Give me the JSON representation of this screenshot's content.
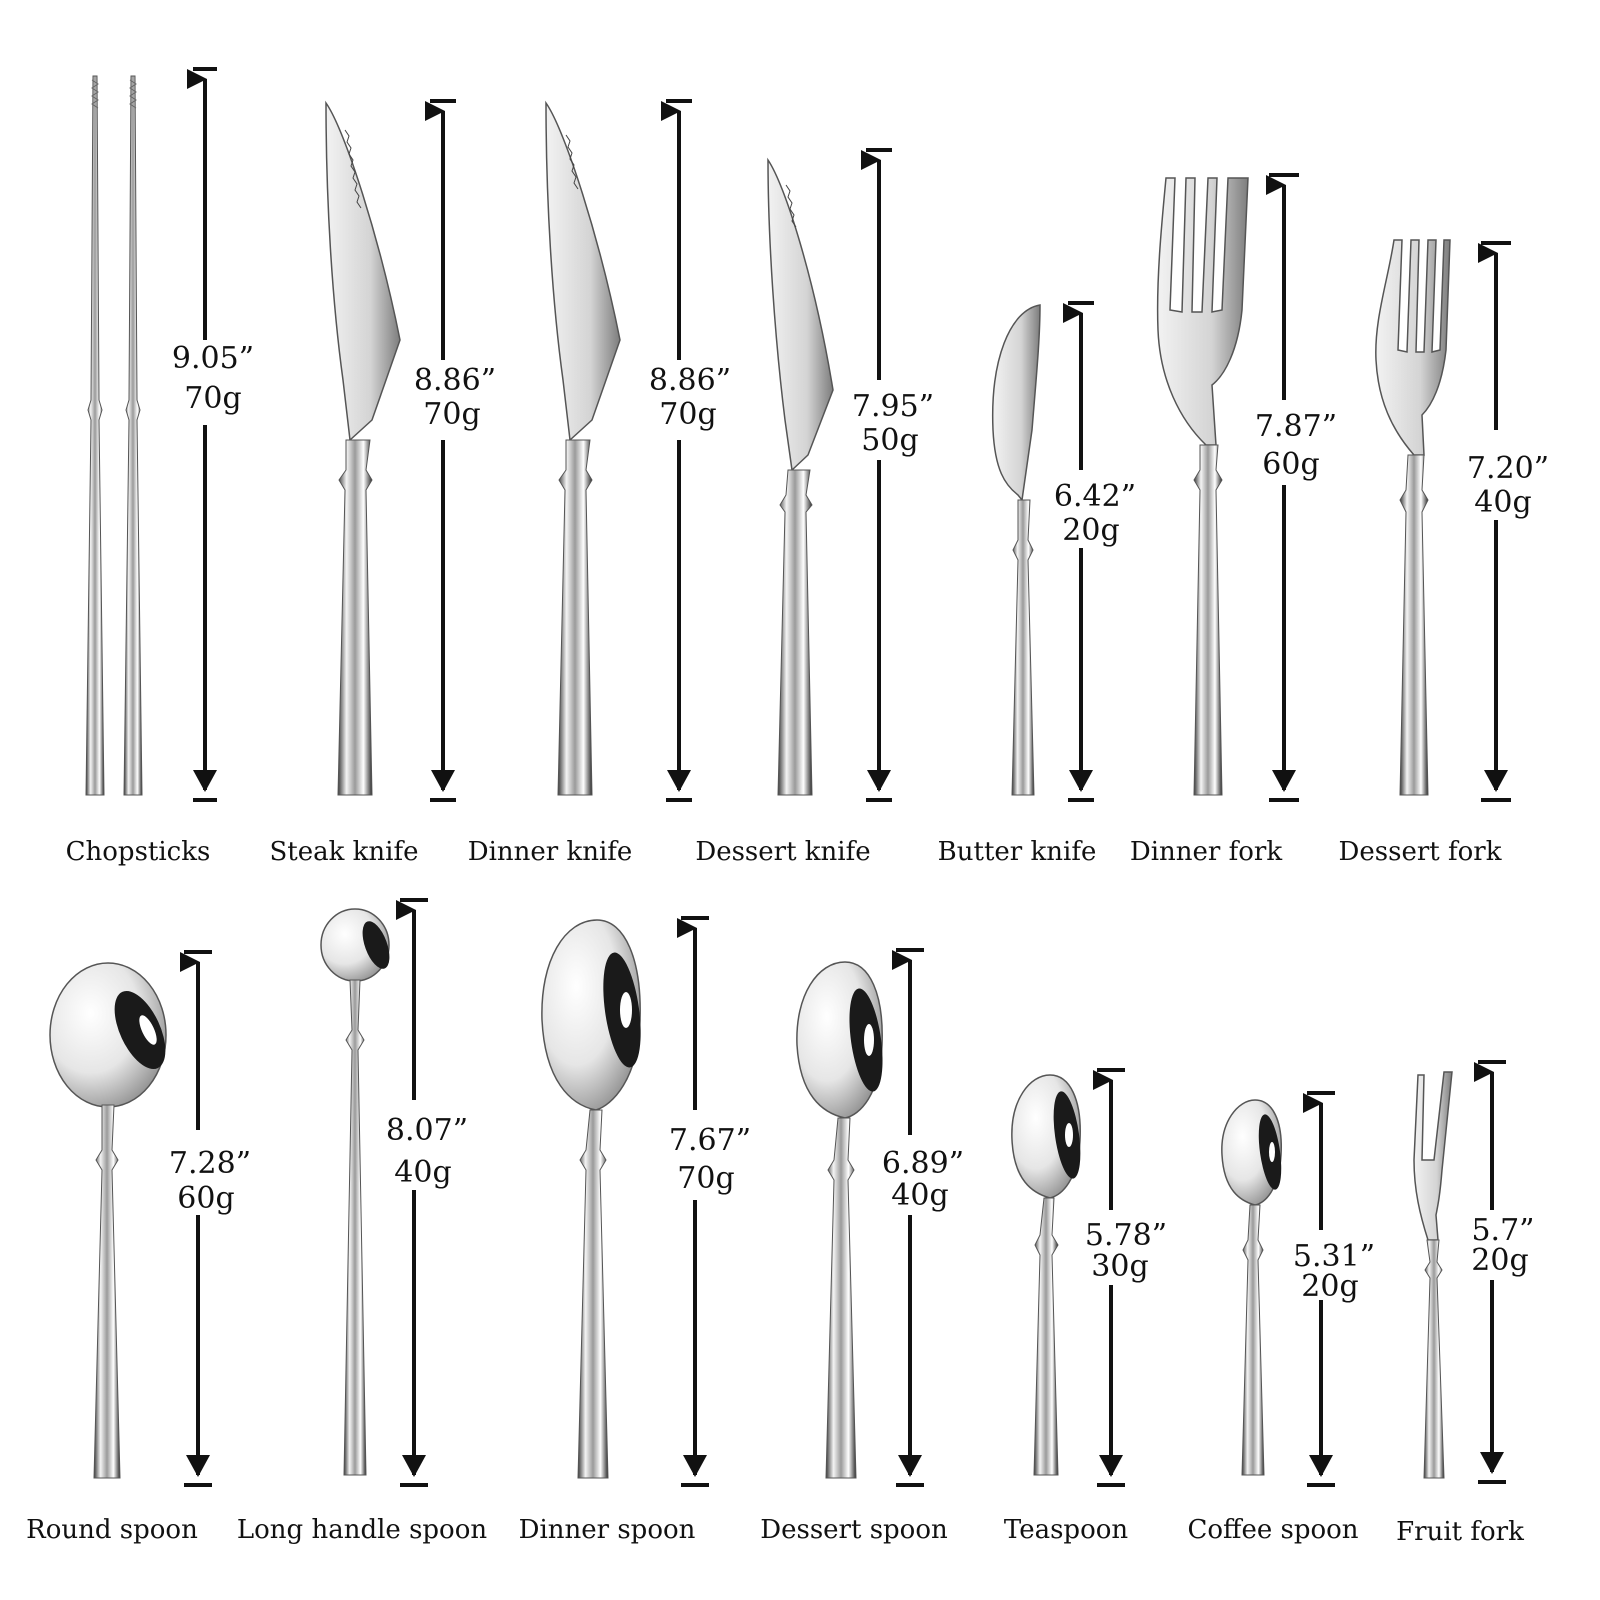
{
  "metal": {
    "light": "#ffffff",
    "mid": "#c9c9c9",
    "dark": "#1a1a1a"
  },
  "rows": [
    {
      "items": [
        {
          "id": "chopsticks",
          "icon": "chopsticks-icon",
          "name": "Chopsticks",
          "length": "9.05”",
          "weight": "70g"
        },
        {
          "id": "steak-knife",
          "icon": "steak-knife-icon",
          "name": "Steak knife",
          "length": "8.86”",
          "weight": "70g"
        },
        {
          "id": "dinner-knife",
          "icon": "dinner-knife-icon",
          "name": "Dinner knife",
          "length": "8.86”",
          "weight": "70g"
        },
        {
          "id": "dessert-knife",
          "icon": "dessert-knife-icon",
          "name": "Dessert knife",
          "length": "7.95”",
          "weight": "50g"
        },
        {
          "id": "butter-knife",
          "icon": "butter-knife-icon",
          "name": "Butter knife",
          "length": "6.42”",
          "weight": "20g"
        },
        {
          "id": "dinner-fork",
          "icon": "dinner-fork-icon",
          "name": "Dinner fork",
          "length": "7.87”",
          "weight": "60g"
        },
        {
          "id": "dessert-fork",
          "icon": "dessert-fork-icon",
          "name": "Dessert fork",
          "length": "7.20”",
          "weight": "40g"
        }
      ]
    },
    {
      "items": [
        {
          "id": "round-spoon",
          "icon": "round-spoon-icon",
          "name": "Round spoon",
          "length": "7.28”",
          "weight": "60g"
        },
        {
          "id": "long-handle-spoon",
          "icon": "long-handle-spoon-icon",
          "name": "Long handle spoon",
          "length": "8.07”",
          "weight": "40g"
        },
        {
          "id": "dinner-spoon",
          "icon": "dinner-spoon-icon",
          "name": "Dinner spoon",
          "length": "7.67”",
          "weight": "70g"
        },
        {
          "id": "dessert-spoon",
          "icon": "dessert-spoon-icon",
          "name": "Dessert spoon",
          "length": "6.89”",
          "weight": "40g"
        },
        {
          "id": "teaspoon",
          "icon": "teaspoon-icon",
          "name": "Teaspoon",
          "length": "5.78”",
          "weight": "30g"
        },
        {
          "id": "coffee-spoon",
          "icon": "coffee-spoon-icon",
          "name": "Coffee spoon",
          "length": "5.31”",
          "weight": "20g"
        },
        {
          "id": "fruit-fork",
          "icon": "fruit-fork-icon",
          "name": "Fruit fork",
          "length": "5.7”",
          "weight": "20g"
        }
      ]
    }
  ]
}
